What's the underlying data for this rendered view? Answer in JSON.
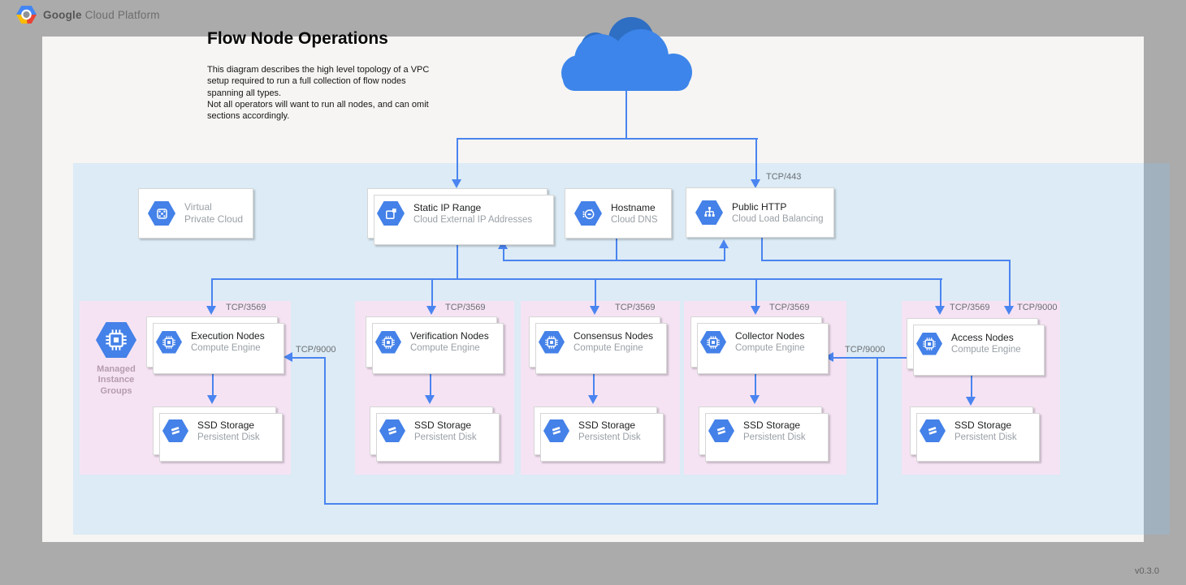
{
  "header": {
    "brand_bold": "Google",
    "brand_rest": "Cloud Platform"
  },
  "page": {
    "title": "Flow Node Operations",
    "description": "This diagram describes the high level topology of a VPC setup required to run a full collection of flow nodes spanning all types.\nNot all operators will want to run all nodes, and can omit sections accordingly.",
    "version": "v0.3.0"
  },
  "ports": {
    "https": "TCP/443",
    "flow": "TCP/3569",
    "access": "TCP/9000"
  },
  "vpc": {
    "label": "Virtual\nPrivate Cloud"
  },
  "services": {
    "static_ip": {
      "title": "Static IP Range",
      "subtitle": "Cloud External IP Addresses"
    },
    "hostname": {
      "title": "Hostname",
      "subtitle": "Cloud DNS"
    },
    "public_http": {
      "title": "Public HTTP",
      "subtitle": "Cloud Load Balancing"
    }
  },
  "managed_instance_groups": {
    "label": "Managed\nInstance\nGroups"
  },
  "node_groups": [
    {
      "title": "Execution Nodes",
      "subtitle": "Compute Engine",
      "storage": {
        "title": "SSD Storage",
        "subtitle": "Persistent Disk"
      }
    },
    {
      "title": "Verification Nodes",
      "subtitle": "Compute Engine",
      "storage": {
        "title": "SSD Storage",
        "subtitle": "Persistent Disk"
      }
    },
    {
      "title": "Consensus Nodes",
      "subtitle": "Compute Engine",
      "storage": {
        "title": "SSD Storage",
        "subtitle": "Persistent Disk"
      }
    },
    {
      "title": "Collector Nodes",
      "subtitle": "Compute Engine",
      "storage": {
        "title": "SSD Storage",
        "subtitle": "Persistent Disk"
      }
    },
    {
      "title": "Access Nodes",
      "subtitle": "Compute Engine",
      "storage": {
        "title": "SSD Storage",
        "subtitle": "Persistent Disk"
      }
    }
  ],
  "colors": {
    "accent_blue": "#4a84f0",
    "icon_blue": "#4481e8",
    "panel_pink": "#f5e3f3",
    "canvas": "#f6f5f3",
    "background": "#ababab",
    "cloud_light": "#3d85ea",
    "cloud_dark": "#2e6fc4"
  }
}
